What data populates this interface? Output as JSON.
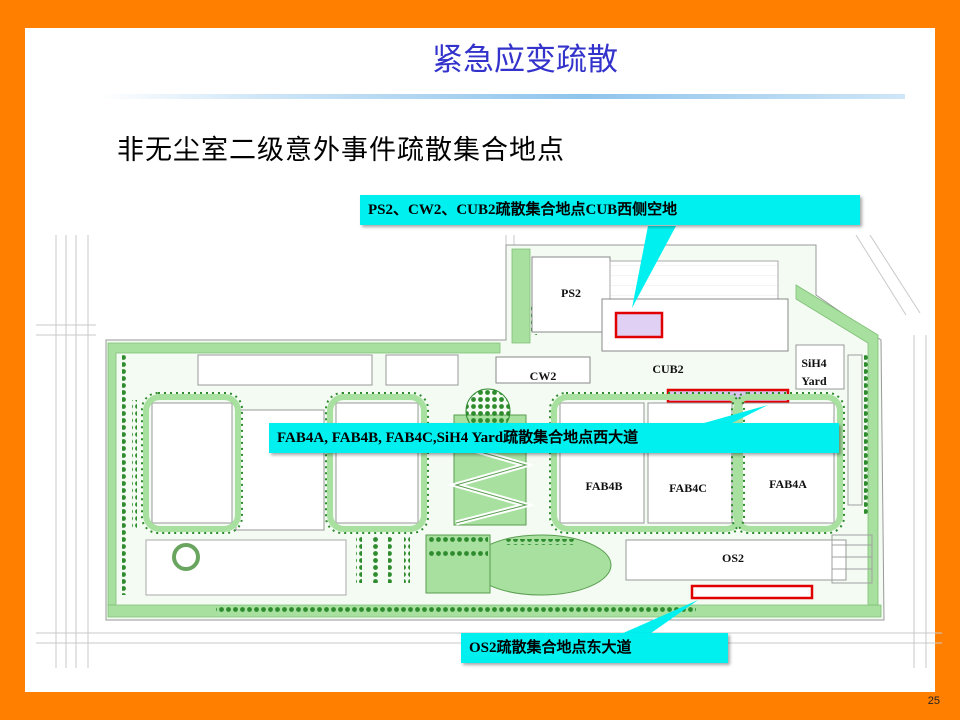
{
  "slide": {
    "title": "紧急应变疏散",
    "subtitle": "非无尘室二级意外事件疏散集合地点",
    "page_number": "25"
  },
  "callouts": {
    "cub": "PS2、CW2、CUB2疏散集合地点CUB西侧空地",
    "fab": "FAB4A, FAB4B, FAB4C,SiH4 Yard疏散集合地点西大道",
    "os2": "OS2疏散集合地点东大道"
  },
  "map_labels": {
    "ps2": "PS2",
    "cw2": "CW2",
    "cub2": "CUB2",
    "sih4_line1": "SiH4",
    "sih4_line2": "Yard",
    "fab4b": "FAB4B",
    "fab4c": "FAB4C",
    "fab4a": "FAB4A",
    "os2": "OS2"
  },
  "colors": {
    "background": "#ff8000",
    "title": "#3333cc",
    "callout": "#00f0f0",
    "marker": "#e00000",
    "grass": "#a8e0a0",
    "tree": "#2e8b2e"
  }
}
